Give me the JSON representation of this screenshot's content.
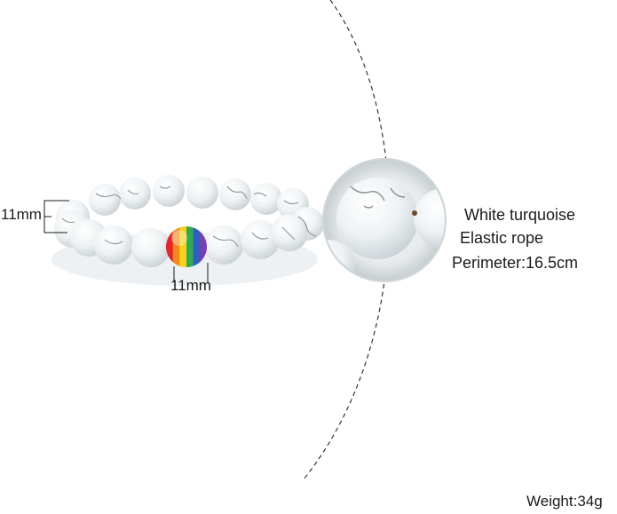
{
  "dimensions": {
    "bead_width": "11mm",
    "bead_height": "11mm"
  },
  "specs": {
    "material": "White turquoise",
    "cord": "Elastic rope",
    "perimeter": "Perimeter:16.5cm"
  },
  "weight": "Weight:34g",
  "colors": {
    "bead_white": "#f1f4f6",
    "vein_gray": "#6e7378",
    "rainbow": [
      "#e5242b",
      "#f08a1c",
      "#f6d21a",
      "#32a852",
      "#2d5fbf",
      "#7a3fb0"
    ]
  }
}
